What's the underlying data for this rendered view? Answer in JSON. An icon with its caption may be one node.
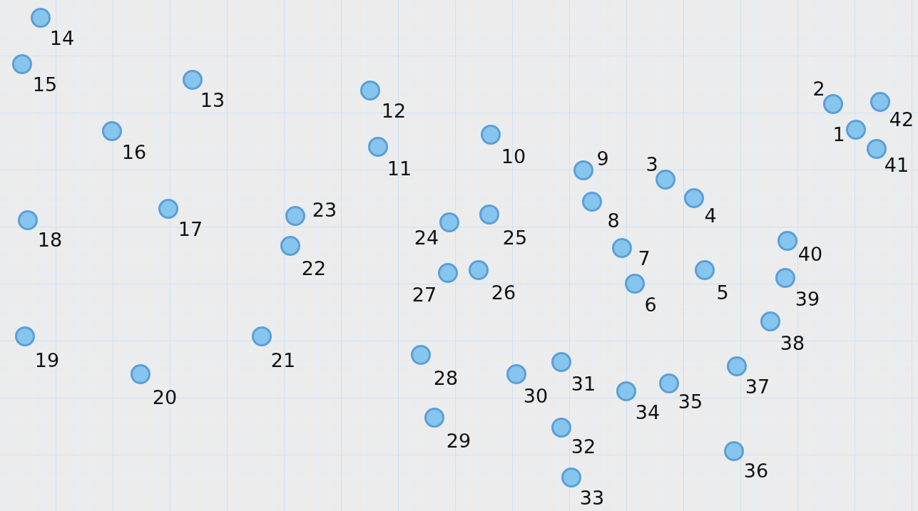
{
  "diagram": {
    "nodes": [
      {
        "text": [],
        "shape": "circle",
        "beside": [
          "1"
        ]
      },
      {
        "text": [],
        "shape": "circle",
        "beside": [
          "2"
        ]
      },
      {
        "text": [],
        "shape": "circle",
        "beside": [
          "3"
        ]
      },
      {
        "text": [],
        "shape": "circle",
        "beside": [
          "4"
        ]
      },
      {
        "text": [],
        "shape": "circle",
        "beside": [
          "5"
        ]
      },
      {
        "text": [],
        "shape": "circle",
        "beside": [
          "6"
        ]
      },
      {
        "text": [],
        "shape": "circle",
        "beside": [
          "7"
        ]
      },
      {
        "text": [],
        "shape": "circle",
        "beside": [
          "8"
        ]
      },
      {
        "text": [],
        "shape": "circle",
        "beside": [
          "9"
        ]
      },
      {
        "text": [],
        "shape": "circle",
        "beside": [
          "10"
        ]
      },
      {
        "text": [],
        "shape": "circle",
        "beside": [
          "11"
        ]
      },
      {
        "text": [],
        "shape": "circle",
        "beside": [
          "12"
        ]
      },
      {
        "text": [],
        "shape": "circle",
        "beside": [
          "13"
        ]
      },
      {
        "text": [],
        "shape": "circle",
        "beside": [
          "14"
        ]
      },
      {
        "text": [],
        "shape": "circle",
        "beside": [
          "15"
        ]
      },
      {
        "text": [],
        "shape": "circle",
        "beside": [
          "16"
        ]
      },
      {
        "text": [],
        "shape": "circle",
        "beside": [
          "17"
        ]
      },
      {
        "text": [],
        "shape": "circle",
        "beside": [
          "18"
        ]
      },
      {
        "text": [],
        "shape": "circle",
        "beside": [
          "19"
        ]
      },
      {
        "text": [],
        "shape": "circle",
        "beside": [
          "20"
        ]
      },
      {
        "text": [],
        "shape": "circle",
        "beside": [
          "21"
        ]
      },
      {
        "text": [],
        "shape": "circle",
        "beside": [
          "22"
        ]
      },
      {
        "text": [],
        "shape": "circle",
        "beside": [
          "23"
        ]
      },
      {
        "text": [],
        "shape": "circle",
        "beside": [
          "24"
        ]
      },
      {
        "text": [],
        "shape": "circle",
        "beside": [
          "25"
        ]
      },
      {
        "text": [],
        "shape": "circle",
        "beside": [
          "26"
        ]
      },
      {
        "text": [],
        "shape": "circle",
        "beside": [
          "27"
        ]
      },
      {
        "text": [],
        "shape": "circle",
        "beside": [
          "28"
        ]
      },
      {
        "text": [],
        "shape": "circle",
        "beside": [
          "29"
        ]
      },
      {
        "text": [],
        "shape": "circle",
        "beside": [
          "30"
        ]
      },
      {
        "text": [],
        "shape": "circle",
        "beside": [
          "31"
        ]
      },
      {
        "text": [],
        "shape": "circle",
        "beside": [
          "32"
        ]
      },
      {
        "text": [],
        "shape": "circle",
        "beside": [
          "33"
        ]
      },
      {
        "text": [],
        "shape": "circle",
        "beside": [
          "34"
        ]
      },
      {
        "text": [],
        "shape": "circle",
        "beside": [
          "35"
        ]
      },
      {
        "text": [],
        "shape": "circle",
        "beside": [
          "36"
        ]
      },
      {
        "text": [],
        "shape": "circle",
        "beside": [
          "37"
        ]
      },
      {
        "text": [],
        "shape": "circle",
        "beside": [
          "38"
        ]
      },
      {
        "text": [],
        "shape": "circle",
        "beside": [
          "39"
        ]
      },
      {
        "text": [],
        "shape": "circle",
        "beside": [
          "40"
        ]
      },
      {
        "text": [],
        "shape": "circle",
        "beside": [
          "41"
        ]
      },
      {
        "text": [],
        "shape": "circle",
        "beside": [
          "42"
        ]
      }
    ]
  }
}
